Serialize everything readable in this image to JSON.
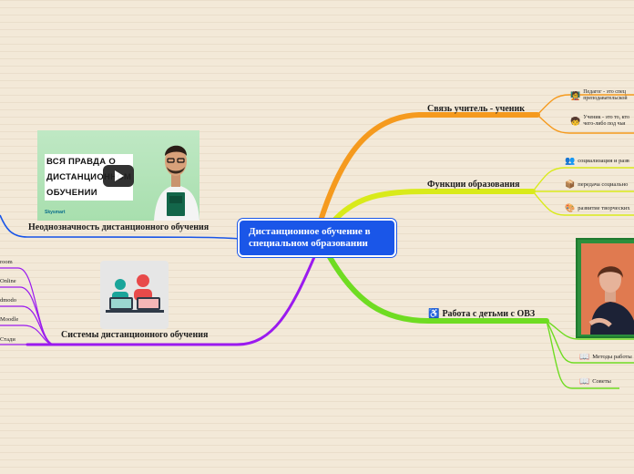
{
  "central": {
    "title": "Дистанционное обучение в специальном образовании"
  },
  "branches": {
    "teacher_student": {
      "label": "Связь учитель - ученик",
      "items": [
        {
          "icon": "teacher-icon",
          "text": "Педагог - это спец преподавательской"
        },
        {
          "icon": "student-icon",
          "text": "Ученик - это то, кто чего-либо под чьи"
        }
      ]
    },
    "functions": {
      "label": "Функции образования",
      "items": [
        {
          "icon": "people-icon",
          "text": "социализация и разв"
        },
        {
          "icon": "box-icon",
          "text": "передача социально"
        },
        {
          "icon": "palette-icon",
          "text": "развитие творческих"
        }
      ]
    },
    "ovz": {
      "label": "Работа с детьми с ОВЗ",
      "items": [
        {
          "icon": "book-icon",
          "text": "Методы работы"
        },
        {
          "icon": "book-icon",
          "text": "Советы"
        }
      ]
    },
    "ambiguity": {
      "label": "Неоднозначность дистанционного обучения",
      "video": {
        "title_lines": [
          "ВСЯ ПРАВДА О",
          "ДИСТАНЦИОННОМ",
          "ОБУЧЕНИИ"
        ],
        "logo": "Skysmart"
      }
    },
    "systems": {
      "label": "Системы дистанционного обучения",
      "items": [
        "room",
        "Online",
        "dmodo",
        "Moodle",
        "Стади"
      ]
    }
  },
  "colors": {
    "central": "#1a56e8",
    "orange": "#f59a1e",
    "yellow": "#d9ea1a",
    "green": "#6fdc22",
    "purple": "#9b1aef",
    "blue": "#1a56e8"
  }
}
